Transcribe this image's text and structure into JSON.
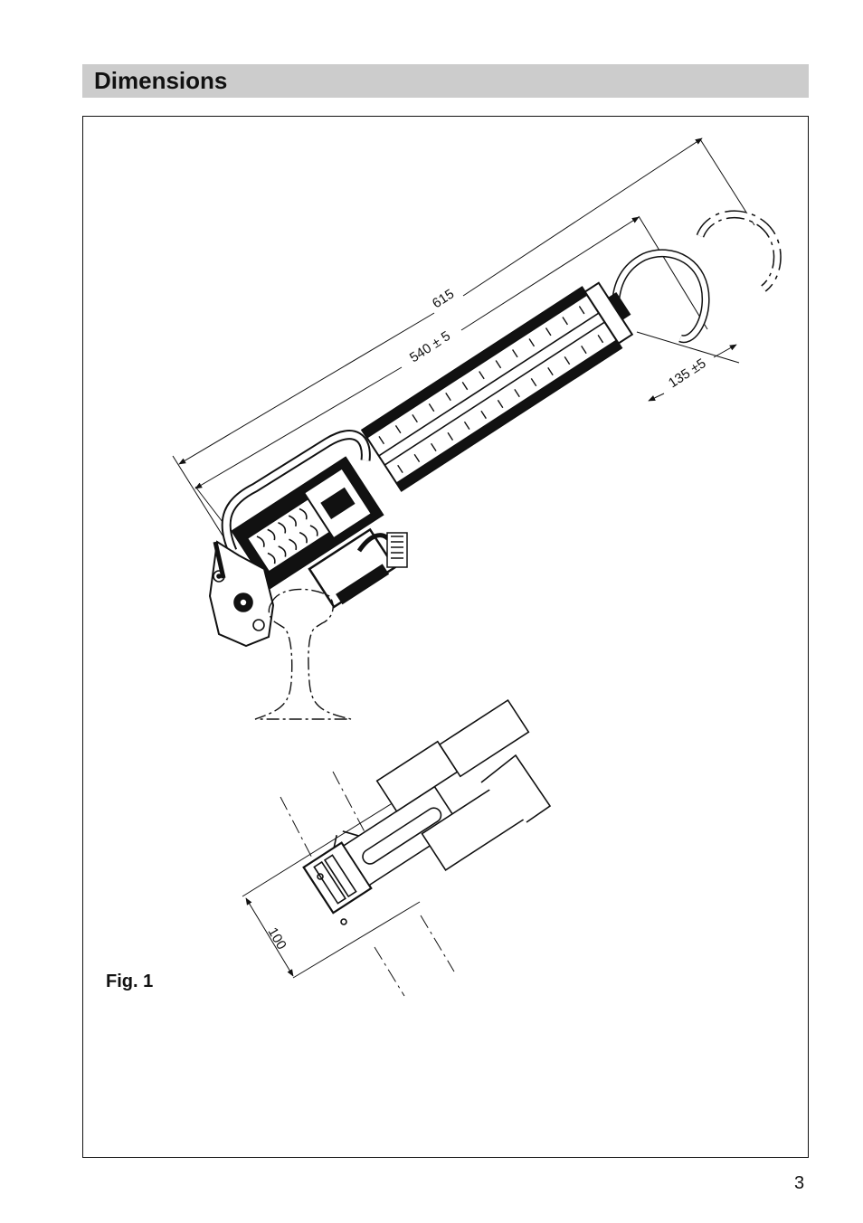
{
  "header": {
    "title": "Dimensions"
  },
  "figure": {
    "label": "Fig. 1",
    "dimensions": {
      "overall_length": "615",
      "stroke_length": "540 ± 5",
      "hook_offset": "135 ±5",
      "width": "100"
    }
  },
  "footer": {
    "page_number": "3"
  }
}
